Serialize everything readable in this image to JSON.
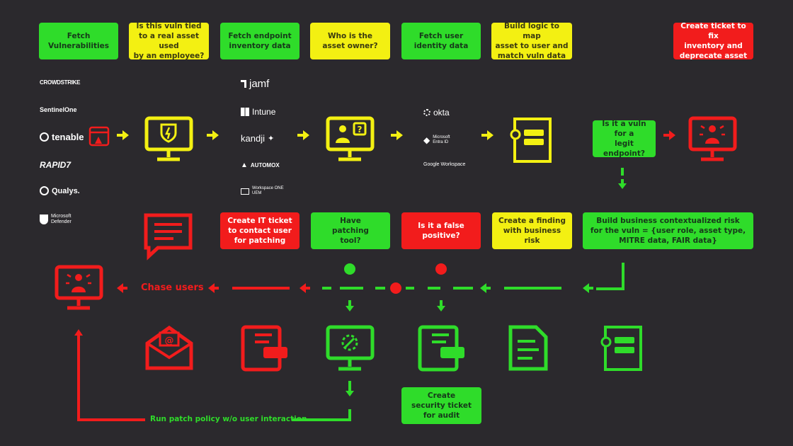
{
  "colors": {
    "background": "#2b292d",
    "green": "#2fdc2a",
    "yellow": "#f3f012",
    "red": "#f21c1c"
  },
  "top_steps": {
    "fetch_vulns": "Fetch\nVulnerabilities",
    "tied_to_asset": "Is this vuln tied\nto a real asset used\nby an employee?",
    "fetch_endpoint": "Fetch endpoint\ninventory data",
    "asset_owner": "Who is the\nasset owner?",
    "fetch_identity": "Fetch user\nidentity data",
    "build_logic": "Build logic to map\nasset to user and\nmatch vuln data",
    "create_ticket_fix": "Create ticket to fix\ninventory and\ndeprecate asset"
  },
  "vuln_sources": [
    "CROWDSTRIKE",
    "SentinelOne",
    "tenable",
    "RAPID7",
    "Qualys.",
    "Microsoft\nDefender"
  ],
  "endpoint_sources": [
    "jamf",
    "Intune",
    "kandji",
    "AUTOMOX",
    "Workspace ONE\nUEM"
  ],
  "identity_sources": [
    "okta",
    "Microsoft\nEntra ID",
    "Google Workspace"
  ],
  "decision_legit": "Is it a vuln for a\nlegit endpoint?",
  "middle_steps": {
    "create_it_ticket": "Create IT ticket\nto contact user\nfor patching",
    "have_patching": "Have\npatching\ntool?",
    "false_positive": "Is it a false\npositive?",
    "create_finding": "Create a finding\nwith business risk",
    "business_risk": "Build business contextualized risk\nfor the vuln = {user role, asset type,\nMITRE data, FAIR data}"
  },
  "chase_users": "Chase users",
  "create_security_ticket": "Create\nsecurity ticket\nfor audit",
  "run_patch_policy": "Run patch policy w/o user interaction",
  "icons": [
    "vuln-alert-icon",
    "shield-monitor-icon",
    "user-question-monitor-icon",
    "mapping-document-icon",
    "alert-user-monitor-icon",
    "chat-bubble-icon",
    "email-icon",
    "checklist-ticket-icon",
    "patch-tool-monitor-icon",
    "finding-document-icon",
    "risk-document-icon"
  ]
}
